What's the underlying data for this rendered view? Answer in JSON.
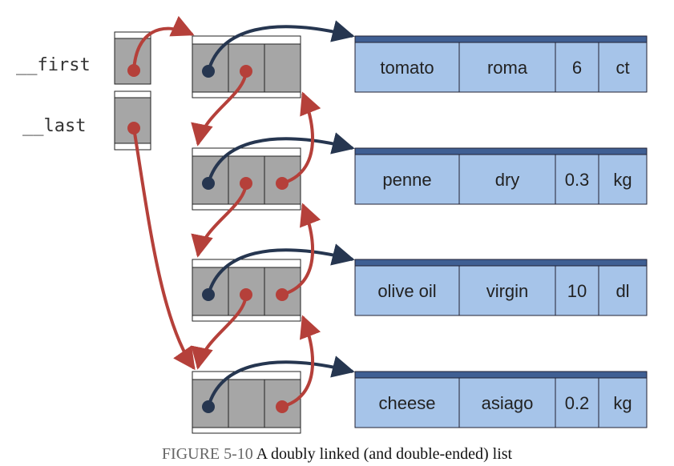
{
  "labels": {
    "first": "__first",
    "last": "__last"
  },
  "nodes": [
    {
      "id": "n1",
      "fields": [
        "tomato",
        "roma",
        "6",
        "ct"
      ]
    },
    {
      "id": "n2",
      "fields": [
        "penne",
        "dry",
        "0.3",
        "kg"
      ]
    },
    {
      "id": "n3",
      "fields": [
        "olive oil",
        "virgin",
        "10",
        "dl"
      ]
    },
    {
      "id": "n4",
      "fields": [
        "cheese",
        "asiago",
        "0.2",
        "kg"
      ]
    }
  ],
  "links": [
    {
      "kind": "data",
      "from": "n1",
      "to": "n1"
    },
    {
      "kind": "next",
      "from": "n1",
      "to": "n2"
    },
    {
      "kind": "next",
      "from": "n2",
      "to": "n3"
    },
    {
      "kind": "next",
      "from": "n3",
      "to": "n4"
    },
    {
      "kind": "prev",
      "from": "n2",
      "to": "n1"
    },
    {
      "kind": "prev",
      "from": "n3",
      "to": "n2"
    },
    {
      "kind": "prev",
      "from": "n4",
      "to": "n3"
    },
    {
      "kind": "first",
      "from": "head",
      "to": "n1"
    },
    {
      "kind": "last",
      "from": "head",
      "to": "n4"
    }
  ],
  "caption": {
    "figure": "FIGURE 5-10",
    "text": "A doubly linked (and double-ended) list"
  },
  "colors": {
    "cell": "#a6a6a6",
    "cell_stroke": "#222222",
    "record_fill": "#a6c4e9",
    "record_top": "#3f5f93",
    "navy": "#263650",
    "red": "#b5403a"
  }
}
